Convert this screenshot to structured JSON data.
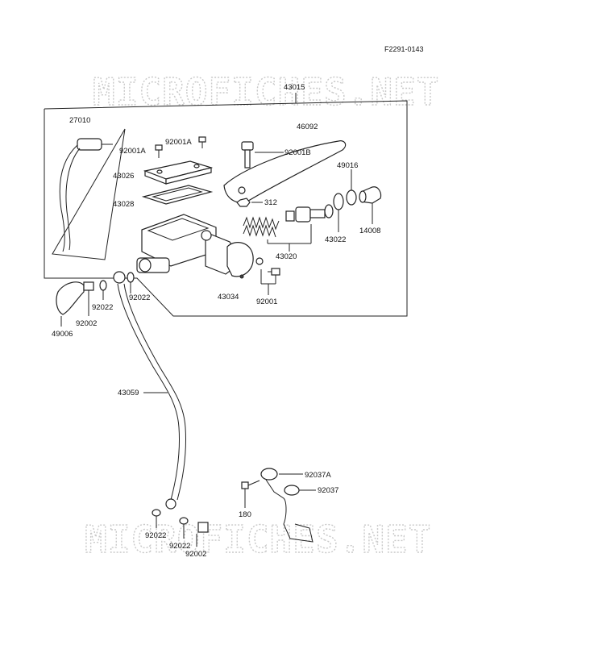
{
  "figure_code": "F2291-0143",
  "watermark_text": "MICROFICHES.NET",
  "labels": {
    "p43015": "43015",
    "p27010": "27010",
    "p92001A_1": "92001A",
    "p92001A_2": "92001A",
    "p43026": "43026",
    "p43028": "43028",
    "p46092": "46092",
    "p92001B": "92001B",
    "p312": "312",
    "p49016": "49016",
    "p14008": "14008",
    "p43022": "43022",
    "p43020": "43020",
    "p43034": "43034",
    "p92001": "92001",
    "p92022_a": "92022",
    "p92022_b": "92022",
    "p92002_a": "92002",
    "p49006": "49006",
    "p43059": "43059",
    "p92037A": "92037A",
    "p92037": "92037",
    "p180": "180",
    "p92022_c": "92022",
    "p92022_d": "92022",
    "p92002_b": "92002"
  }
}
